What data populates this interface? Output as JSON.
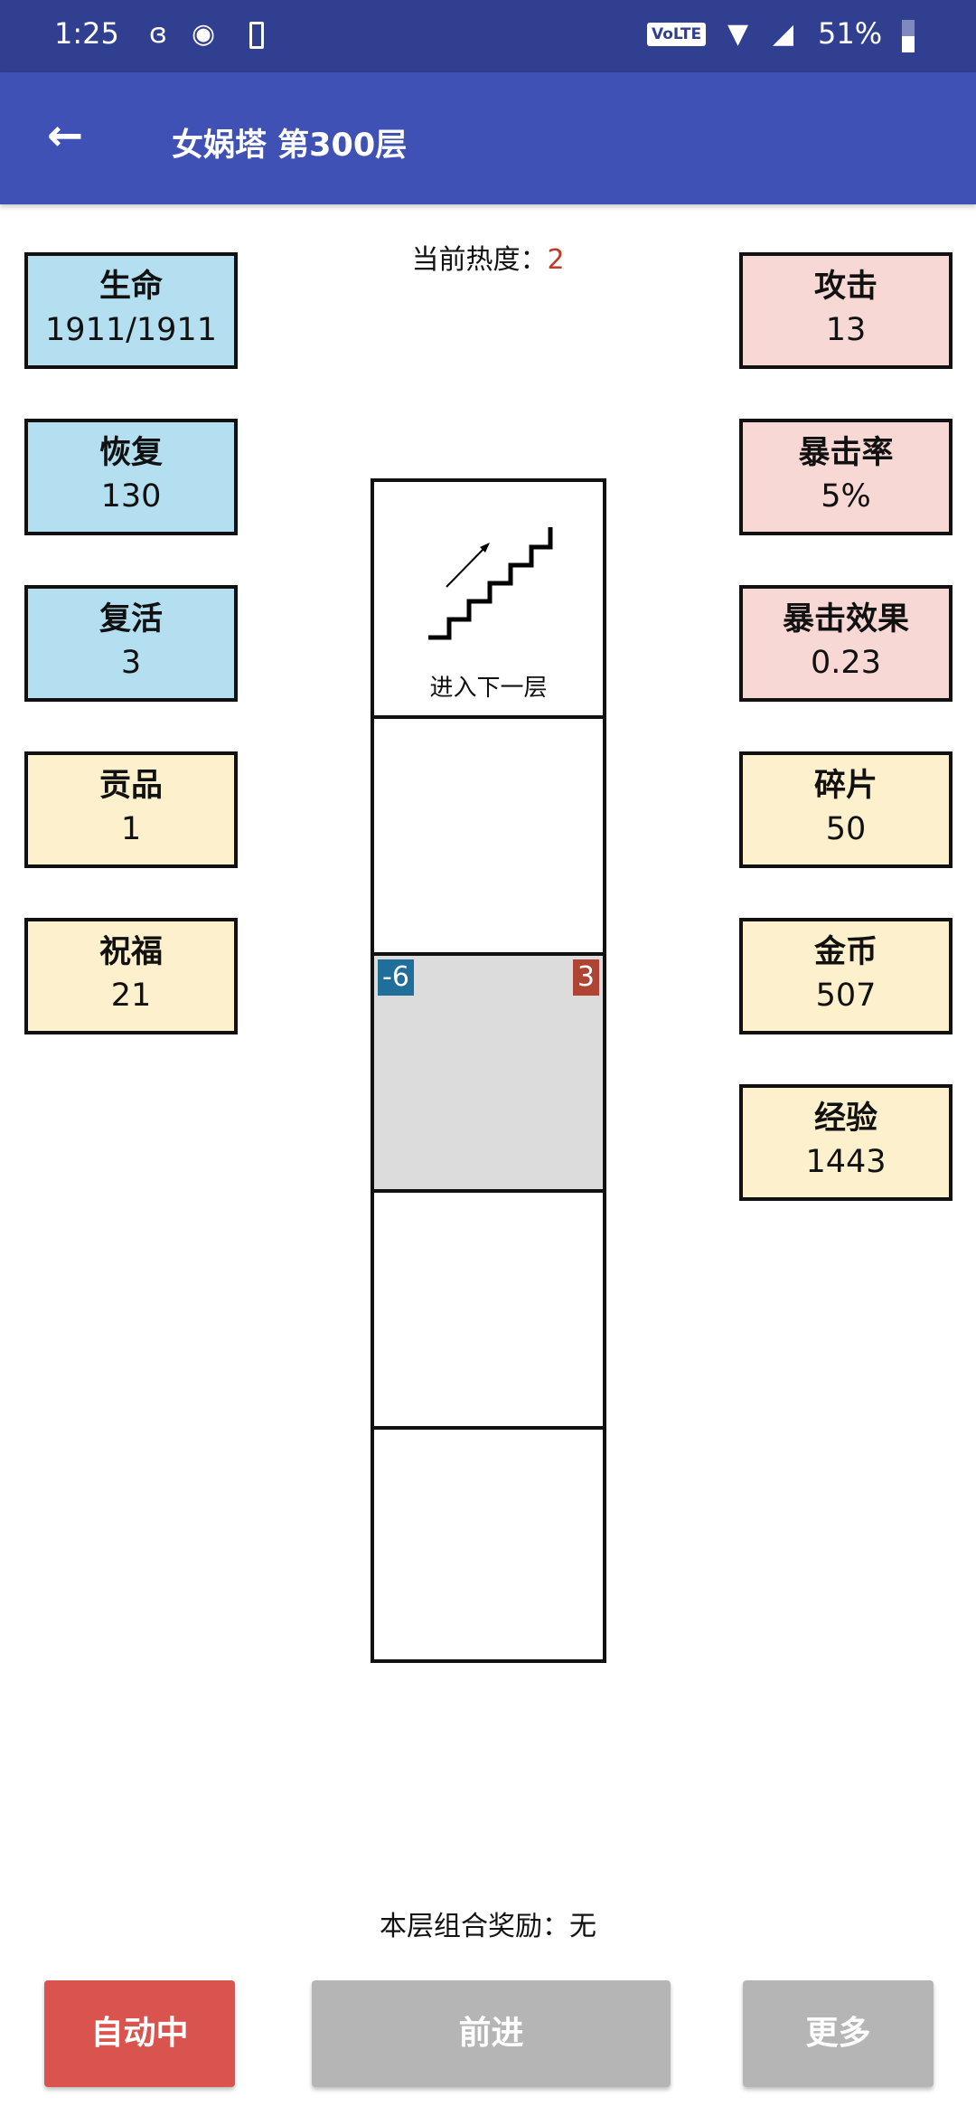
{
  "status_bar": {
    "time": "1:25",
    "battery": "51%",
    "volte": "VoLTE"
  },
  "app_bar": {
    "back": "←",
    "title": "女娲塔 第300层"
  },
  "heat": {
    "label": "当前热度：",
    "value": "2"
  },
  "left_stats": [
    {
      "label": "生命",
      "value": "1911/1911"
    },
    {
      "label": "恢复",
      "value": "130"
    },
    {
      "label": "复活",
      "value": "3"
    },
    {
      "label": "贡品",
      "value": "1"
    },
    {
      "label": "祝福",
      "value": "21"
    }
  ],
  "right_stats": [
    {
      "label": "攻击",
      "value": "13"
    },
    {
      "label": "暴击率",
      "value": "5%"
    },
    {
      "label": "暴击效果",
      "value": "0.23"
    },
    {
      "label": "碎片",
      "value": "50"
    },
    {
      "label": "金币",
      "value": "507"
    },
    {
      "label": "经验",
      "value": "1443"
    }
  ],
  "tower": {
    "next_floor": "进入下一层",
    "enemy_left": "-6",
    "enemy_right": "3"
  },
  "reward": "本层组合奖励：无",
  "buttons": {
    "auto": "自动中",
    "forward": "前进",
    "more": "更多"
  }
}
